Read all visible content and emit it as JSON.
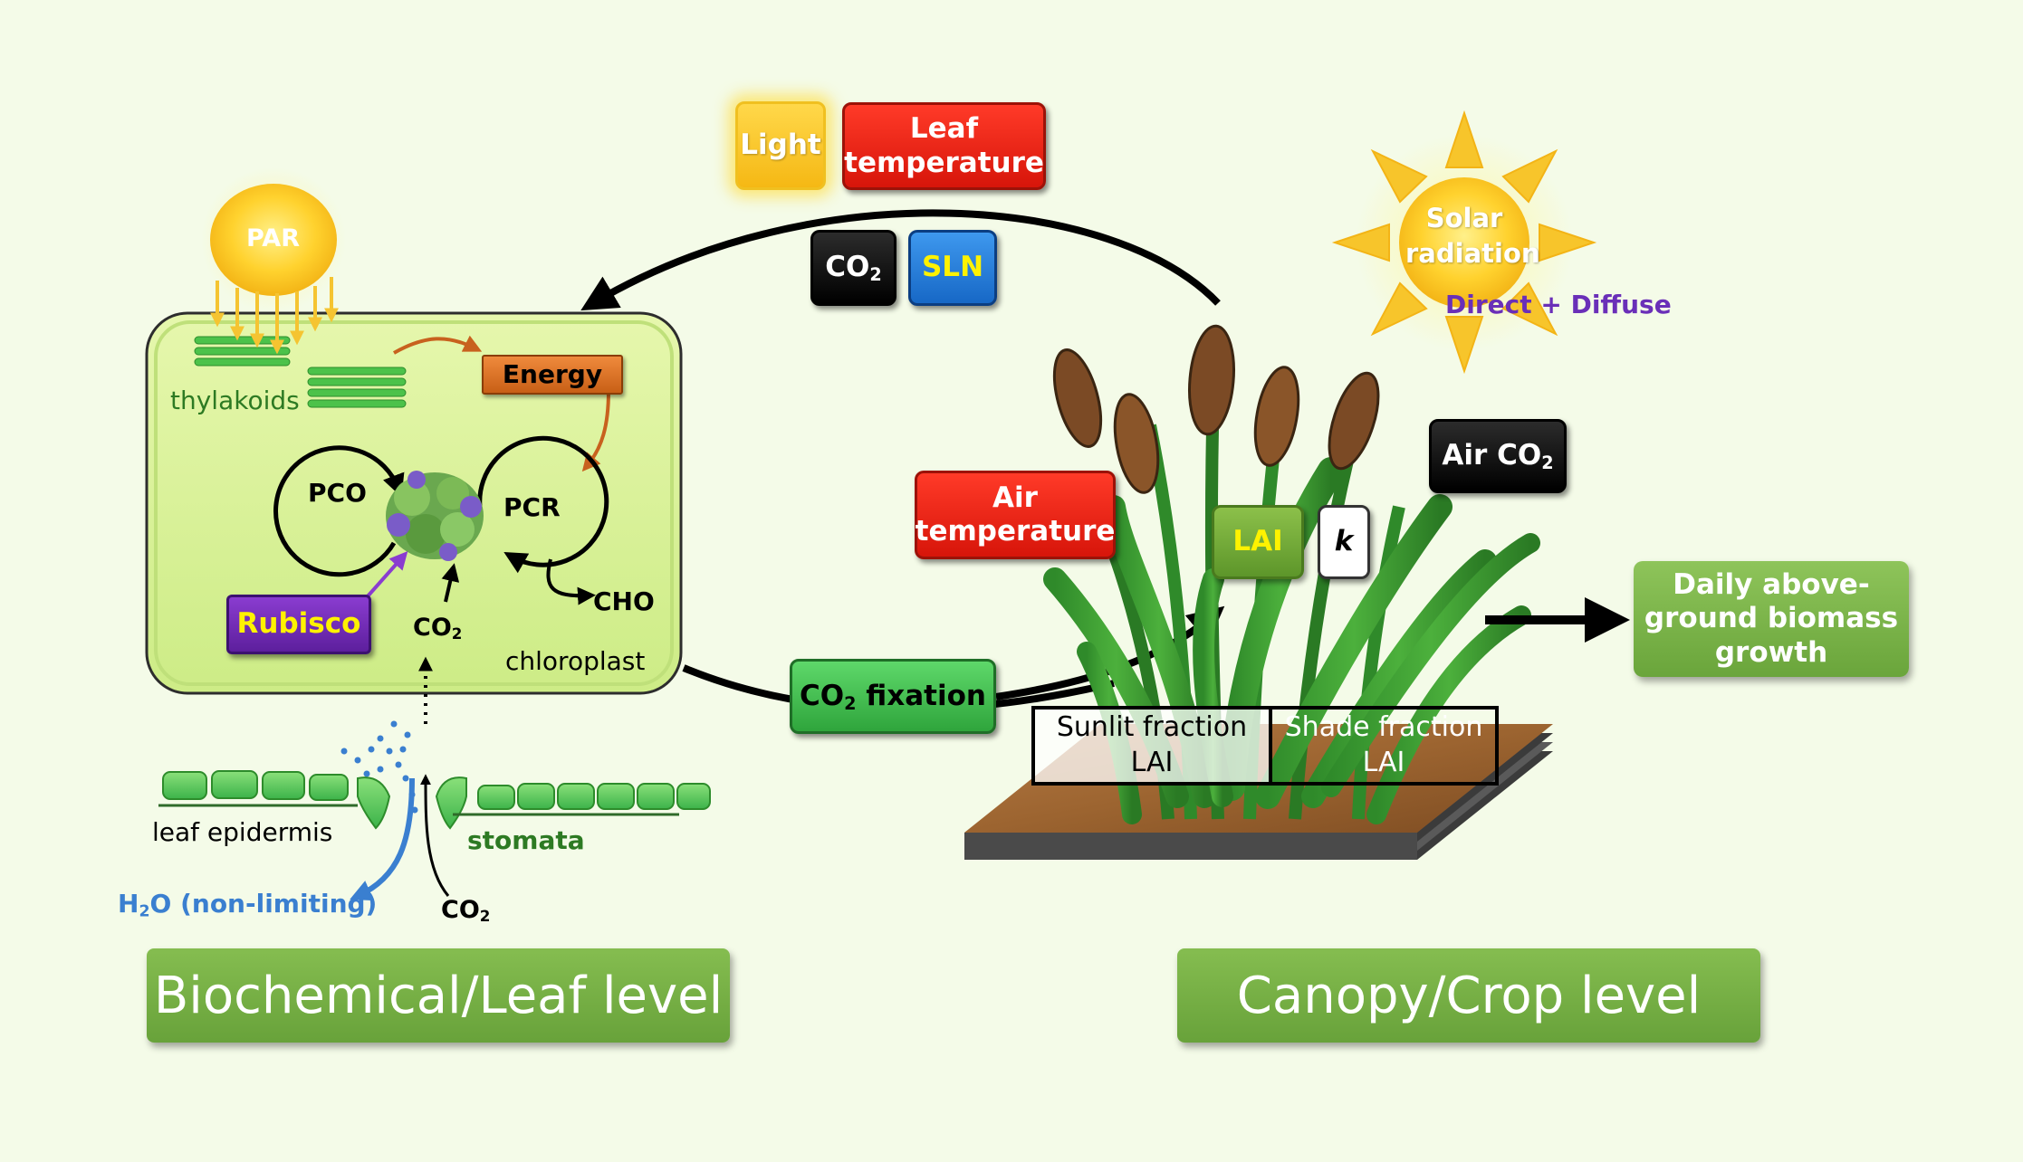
{
  "diagram": {
    "inputs": {
      "light": "Light",
      "leaf_temperature": "Leaf temperature",
      "co2": "CO2",
      "sln": "SLN"
    },
    "leaf_level": {
      "par": "PAR",
      "thylakoids": "thylakoids",
      "energy": "Energy",
      "pco": "PCO",
      "pcr": "PCR",
      "cho": "CHO",
      "rubisco": "Rubisco",
      "co2_inner": "CO2",
      "chloroplast": "chloroplast",
      "leaf_epidermis": "leaf epidermis",
      "stomata": "stomata",
      "h2o": "H2O (non-limiting)",
      "co2_outer": "CO2"
    },
    "co2_fixation": "CO2 fixation",
    "canopy_level": {
      "solar_radiation": "Solar radiation",
      "direct_diffuse": "Direct + Diffuse",
      "air_co2": "Air CO2",
      "air_temperature": "Air temperature",
      "lai": "LAI",
      "k": "k",
      "sunlit_fraction": "Sunlit fraction",
      "sunlit_lai": "LAI",
      "shade_fraction": "Shade fraction",
      "shade_lai": "LAI",
      "output": "Daily above-ground biomass growth"
    },
    "levels": {
      "leaf": "Biochemical/Leaf level",
      "canopy": "Canopy/Crop level"
    },
    "colors": {
      "background": "#f4fbe8",
      "chloroplast_fill": "#d9f29a",
      "red_box": "#e8251a",
      "green_box": "#3fbf4d",
      "level_box": "#77ae45",
      "h2o_label": "#3a7fd0",
      "direct_diffuse_label": "#6a2fb8"
    }
  }
}
